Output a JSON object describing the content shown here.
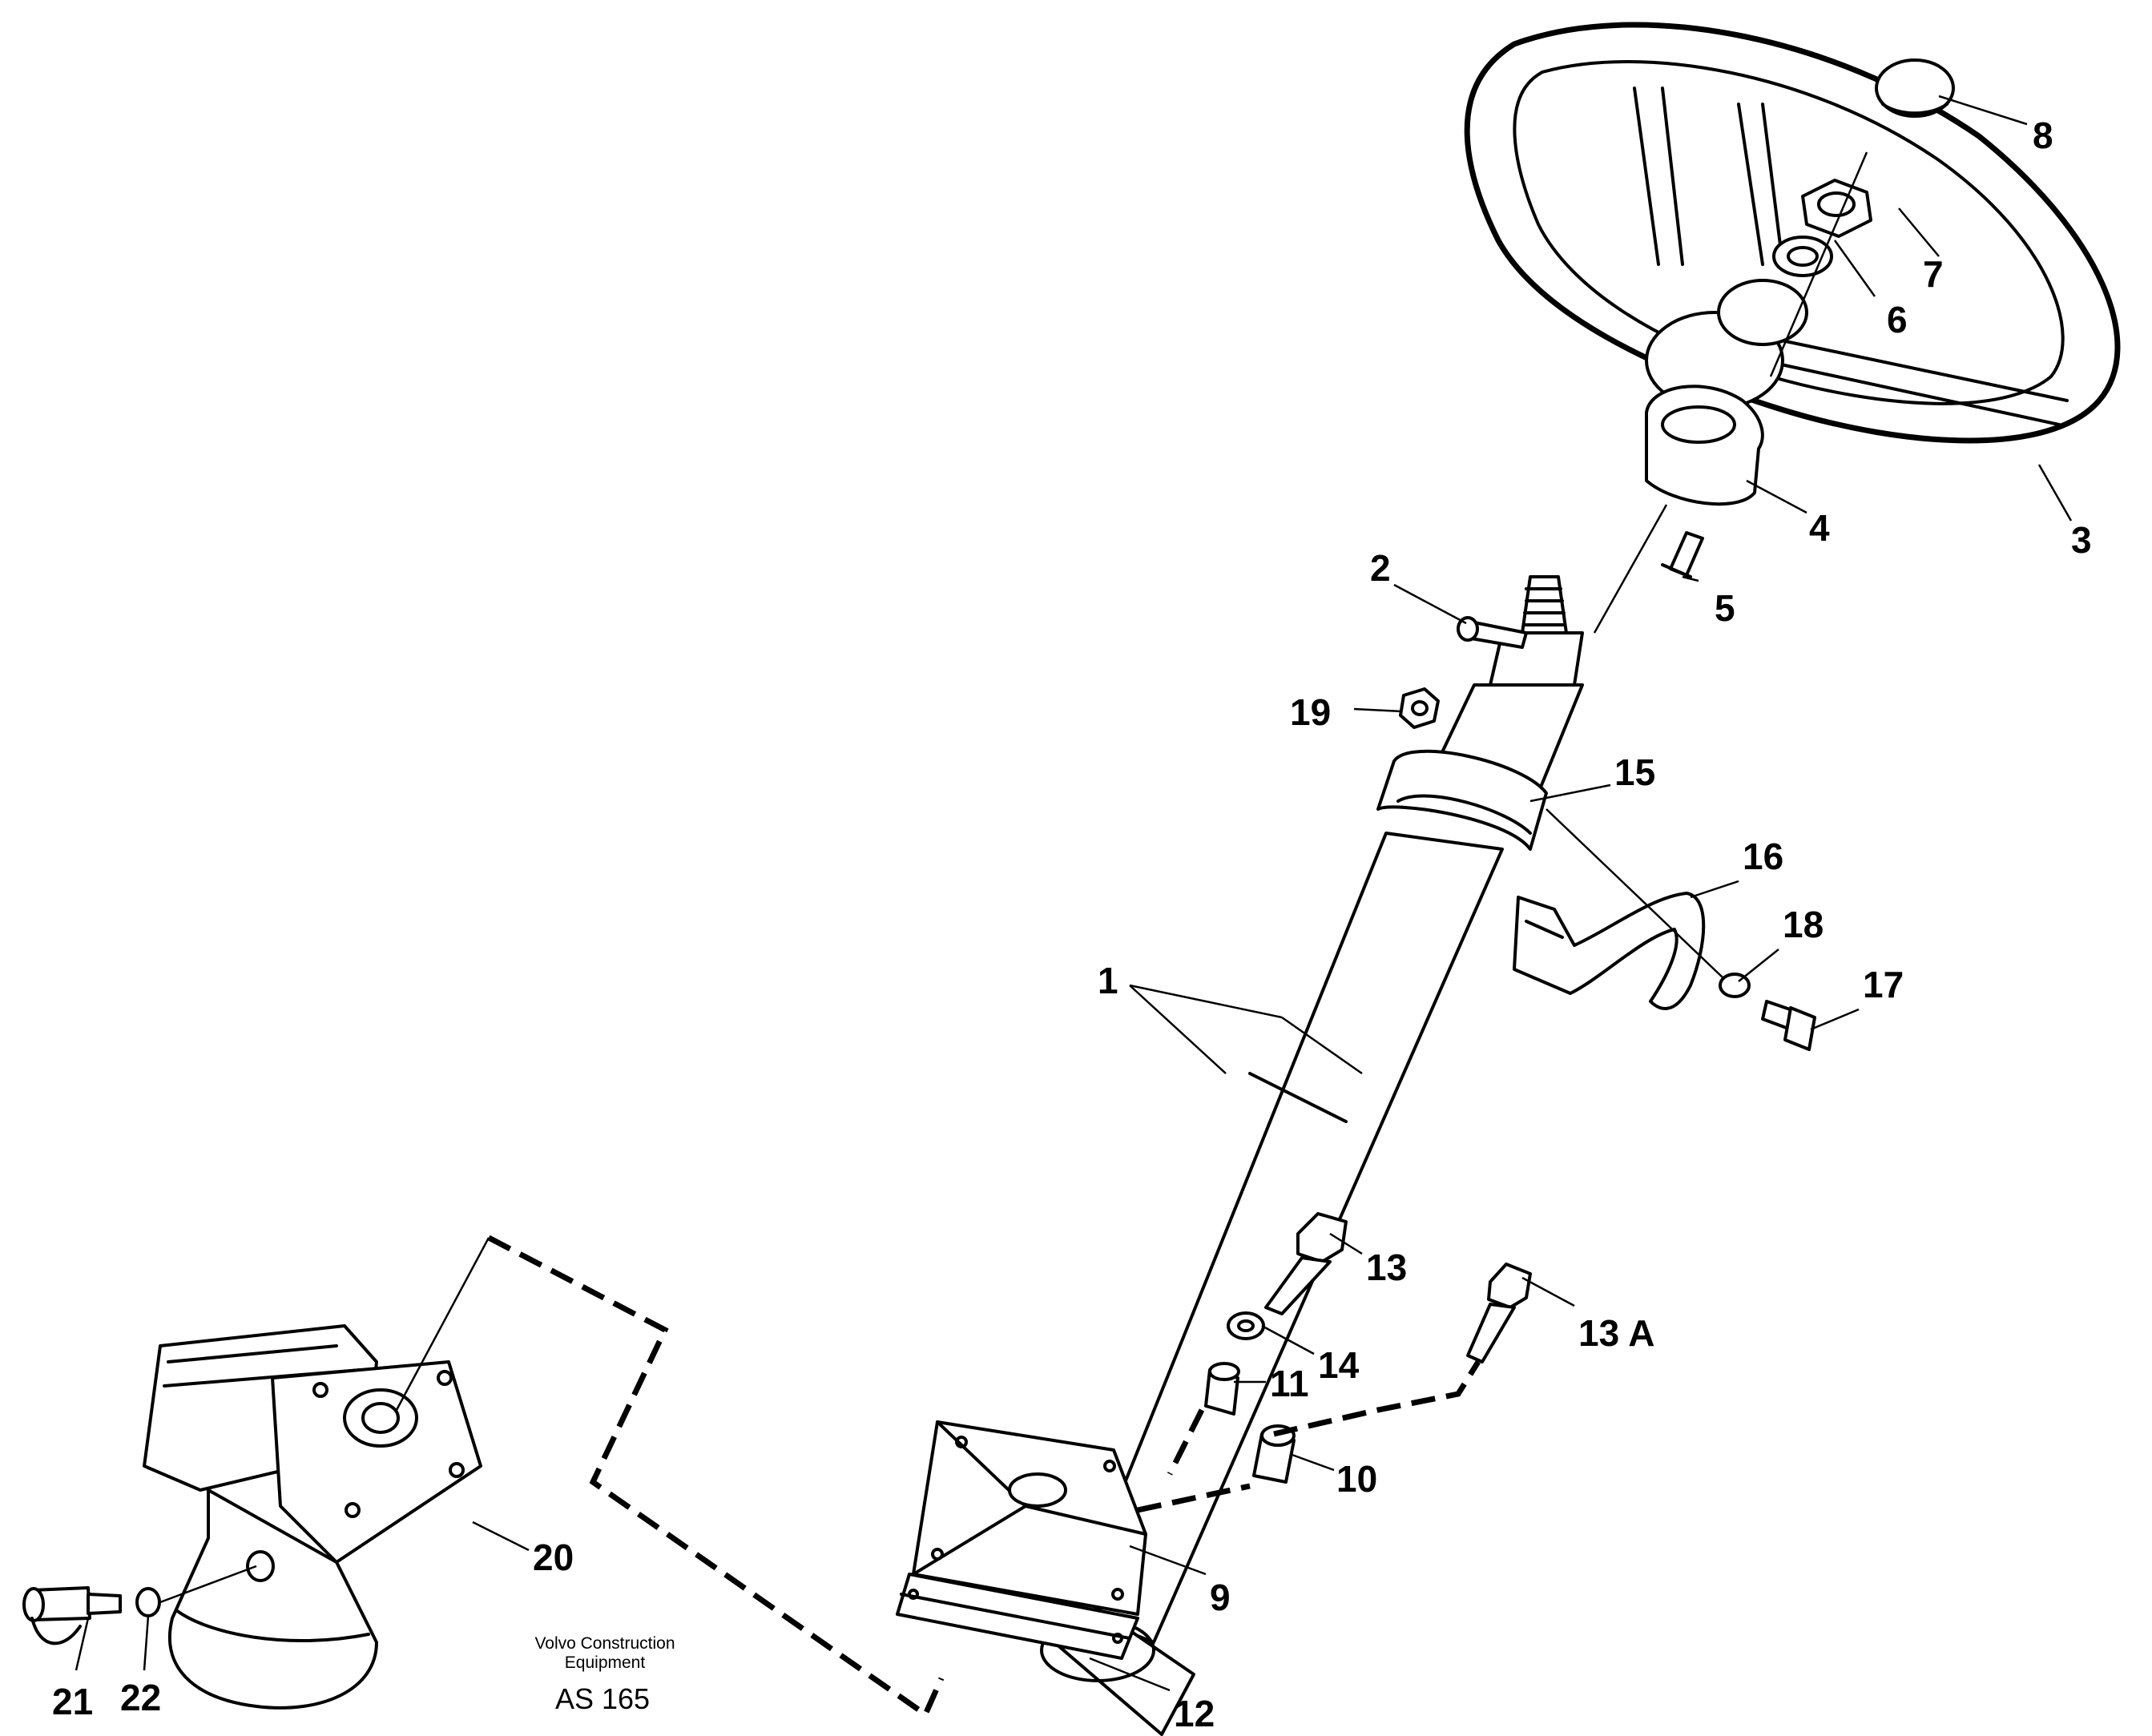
{
  "credit": {
    "line1": "Volvo Construction",
    "line2": "Equipment"
  },
  "drawing_id": "AS 165",
  "callouts": {
    "c1": "1",
    "c2": "2",
    "c3": "3",
    "c4": "4",
    "c5": "5",
    "c6": "6",
    "c7": "7",
    "c8": "8",
    "c9": "9",
    "c10": "10",
    "c11": "11",
    "c12": "12",
    "c13": "13",
    "c13a": "13 A",
    "c14": "14",
    "c15": "15",
    "c16": "16",
    "c17": "17",
    "c18": "18",
    "c19": "19",
    "c20": "20",
    "c21": "21",
    "c22": "22"
  }
}
